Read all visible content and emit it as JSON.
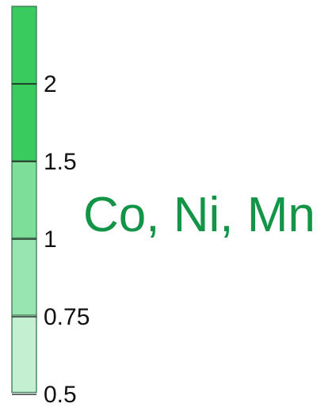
{
  "chart_data": {
    "type": "legend",
    "title": "Co, Ni, Mn",
    "tick_labels": [
      "2",
      "1.5",
      "1",
      "0.75",
      "0.5"
    ],
    "colors": [
      "#3acb5f",
      "#3acb5f",
      "#7dde9a",
      "#99e5b1",
      "#c4f0d1"
    ],
    "title_color": "#139447",
    "border_color": "#3f7f56",
    "tick_color": "#111111"
  }
}
